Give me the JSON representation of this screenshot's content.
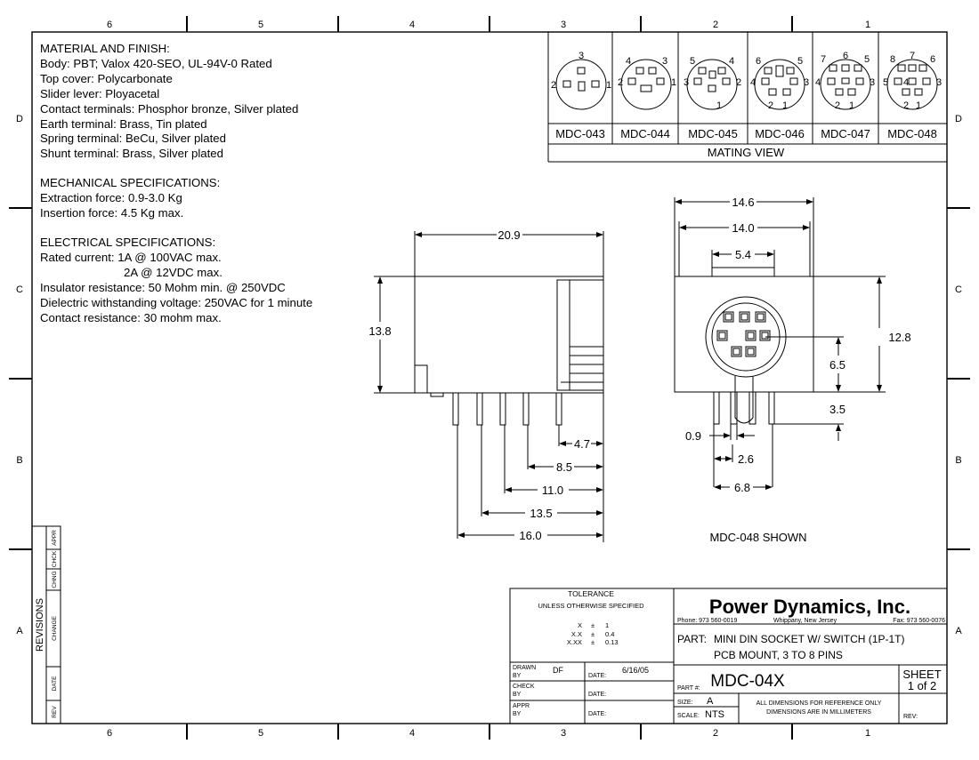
{
  "zones": {
    "columns": [
      "6",
      "5",
      "4",
      "3",
      "2",
      "1"
    ],
    "rows": [
      "D",
      "C",
      "B",
      "A"
    ]
  },
  "specs": {
    "material": {
      "heading": "MATERIAL AND FINISH:",
      "lines": [
        "Body: PBT; Valox 420-SEO, UL-94V-0 Rated",
        "Top cover: Polycarbonate",
        "Slider lever: Ployacetal",
        "Contact terminals: Phosphor bronze, Silver plated",
        "Earth terminal: Brass, Tin plated",
        "Spring terminal: BeCu, Silver plated",
        "Shunt terminal: Brass, Silver plated"
      ]
    },
    "mechanical": {
      "heading": "MECHANICAL SPECIFICATIONS:",
      "lines": [
        "Extraction force: 0.9-3.0 Kg",
        "Insertion force: 4.5 Kg max."
      ]
    },
    "electrical": {
      "heading": "ELECTRICAL SPECIFICATIONS:",
      "lines": [
        "Rated current: 1A @ 100VAC max.",
        "2A @ 12VDC max.",
        "Insulator resistance: 50 Mohm min. @ 250VDC",
        "Dielectric withstanding voltage: 250VAC for 1 minute",
        "Contact resistance: 30 mohm max."
      ]
    }
  },
  "mating": {
    "title": "MATING VIEW",
    "parts": [
      "MDC-043",
      "MDC-044",
      "MDC-045",
      "MDC-046",
      "MDC-047",
      "MDC-048"
    ],
    "pins": [
      [
        "3",
        "2",
        "1"
      ],
      [
        "4",
        "3",
        "2",
        "1"
      ],
      [
        "5",
        "4",
        "3",
        "2",
        "1"
      ],
      [
        "6",
        "5",
        "4",
        "3"
      ],
      [
        "7",
        "6",
        "5",
        "4",
        "3",
        "2",
        "1"
      ],
      [
        "8",
        "7",
        "6",
        "5",
        "4",
        "3",
        "2",
        "1"
      ]
    ],
    "extra_46": [
      "2",
      "1"
    ]
  },
  "side_view": {
    "width": "20.9",
    "height": "13.8",
    "pin_dims": [
      "4.7",
      "8.5",
      "11.0",
      "13.5",
      "16.0"
    ]
  },
  "front_view": {
    "outer_width": "14.6",
    "inner_width": "14.0",
    "top_width": "5.4",
    "body_height": "12.8",
    "center_height": "6.5",
    "pin_length": "3.5",
    "pin_width": "0.9",
    "pitch_a": "2.6",
    "pitch_b": "6.8",
    "caption": "MDC-048 SHOWN"
  },
  "revisions": {
    "title": "REVISIONS",
    "cols": [
      "REV",
      "DATE",
      "CHANGE",
      "CHNG",
      "CHCK",
      "APPR"
    ]
  },
  "title_block": {
    "tolerance_title": "TOLERANCE",
    "tolerance_sub": "UNLESS OTHERWISE SPECIFIED",
    "tol_rows": [
      [
        "X",
        "±",
        "1"
      ],
      [
        "X.X",
        "±",
        "0.4"
      ],
      [
        "X.XX",
        "±",
        "0.13"
      ]
    ],
    "company": "Power Dynamics, Inc.",
    "phone": "Phone: 973 560-0019",
    "city": "Whippany, New Jersey",
    "fax": "Fax: 973 560-0076",
    "part_label": "PART:",
    "part_line1": "MINI DIN SOCKET W/ SWITCH (1P-1T)",
    "part_line2": "PCB MOUNT, 3 TO 8 PINS",
    "drawn_by_label1": "DRAWN",
    "drawn_by_label2": "BY",
    "drawn_by": "DF",
    "date_label": "DATE:",
    "drawn_date": "6/16/05",
    "check_label1": "CHECK",
    "check_label2": "BY",
    "appr_label1": "APPR",
    "appr_label2": "BY",
    "partno_label": "PART #:",
    "partno": "MDC-04X",
    "sheet_label": "SHEET",
    "sheet_value": "1 of 2",
    "size_label": "SIZE:",
    "size_value": "A",
    "scale_label": "SCALE:",
    "scale_value": "NTS",
    "note1": "ALL DIMENSIONS FOR REFERENCE ONLY",
    "note2": "DIMENSIONS ARE IN MILLIMETERS",
    "rev_label": "REV:"
  }
}
